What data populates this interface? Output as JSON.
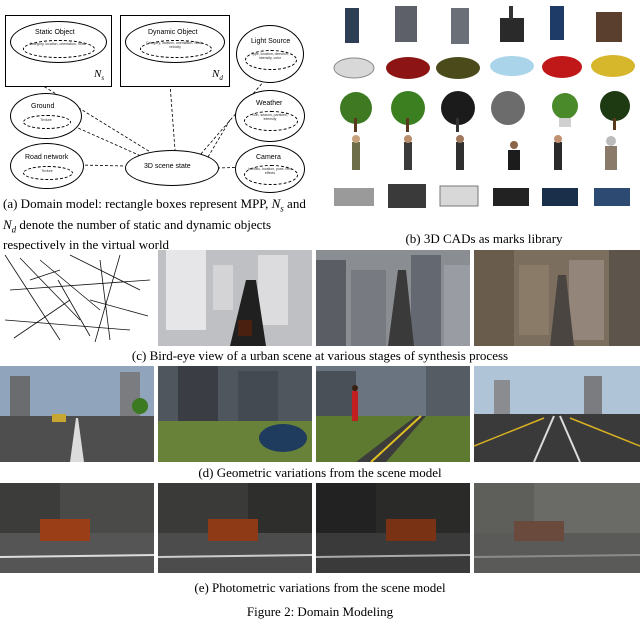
{
  "diagram": {
    "static_object": {
      "title": "Static Object",
      "desc": "Category, location, orientation, Scale",
      "count": "N_s"
    },
    "dynamic_object": {
      "title": "Dynamic Object",
      "desc": "Category, location, orientation, Scale, velocity",
      "count": "N_d"
    },
    "light_source": {
      "title": "Light Source",
      "desc": "Type, location, direction, intensity, color"
    },
    "ground": {
      "title": "Ground",
      "desc": "Texture"
    },
    "weather": {
      "title": "Weather",
      "desc": "Sun, season, particles, intensity"
    },
    "road_network": {
      "title": "Road network",
      "desc": "Texture"
    },
    "scene_state": {
      "title": "3D scene state"
    },
    "camera": {
      "title": "Camera",
      "desc": "Intrinsic, location, pose, lens effects"
    }
  },
  "captions": {
    "a": "(a) Domain model: rectangle boxes represent MPP, N_s and N_d denote the number of static and dynamic objects respectively in the virtual world",
    "b": "(b) 3D CADs as marks library",
    "c": "(c) Bird-eye view of a urban scene at various stages of synthesis process",
    "d": "(d) Geometric variations from the scene model",
    "e": "(e) Photometric variations from the scene model",
    "figure": "Figure 2: Domain Modeling"
  },
  "colors": {
    "sky": "#aebfd0",
    "grass": "#6f8a2e",
    "road": "#4a4a4a",
    "building": "#7a7a7a",
    "truck_orange": "#b0451c",
    "dark_photo": "#3a3a3a"
  }
}
